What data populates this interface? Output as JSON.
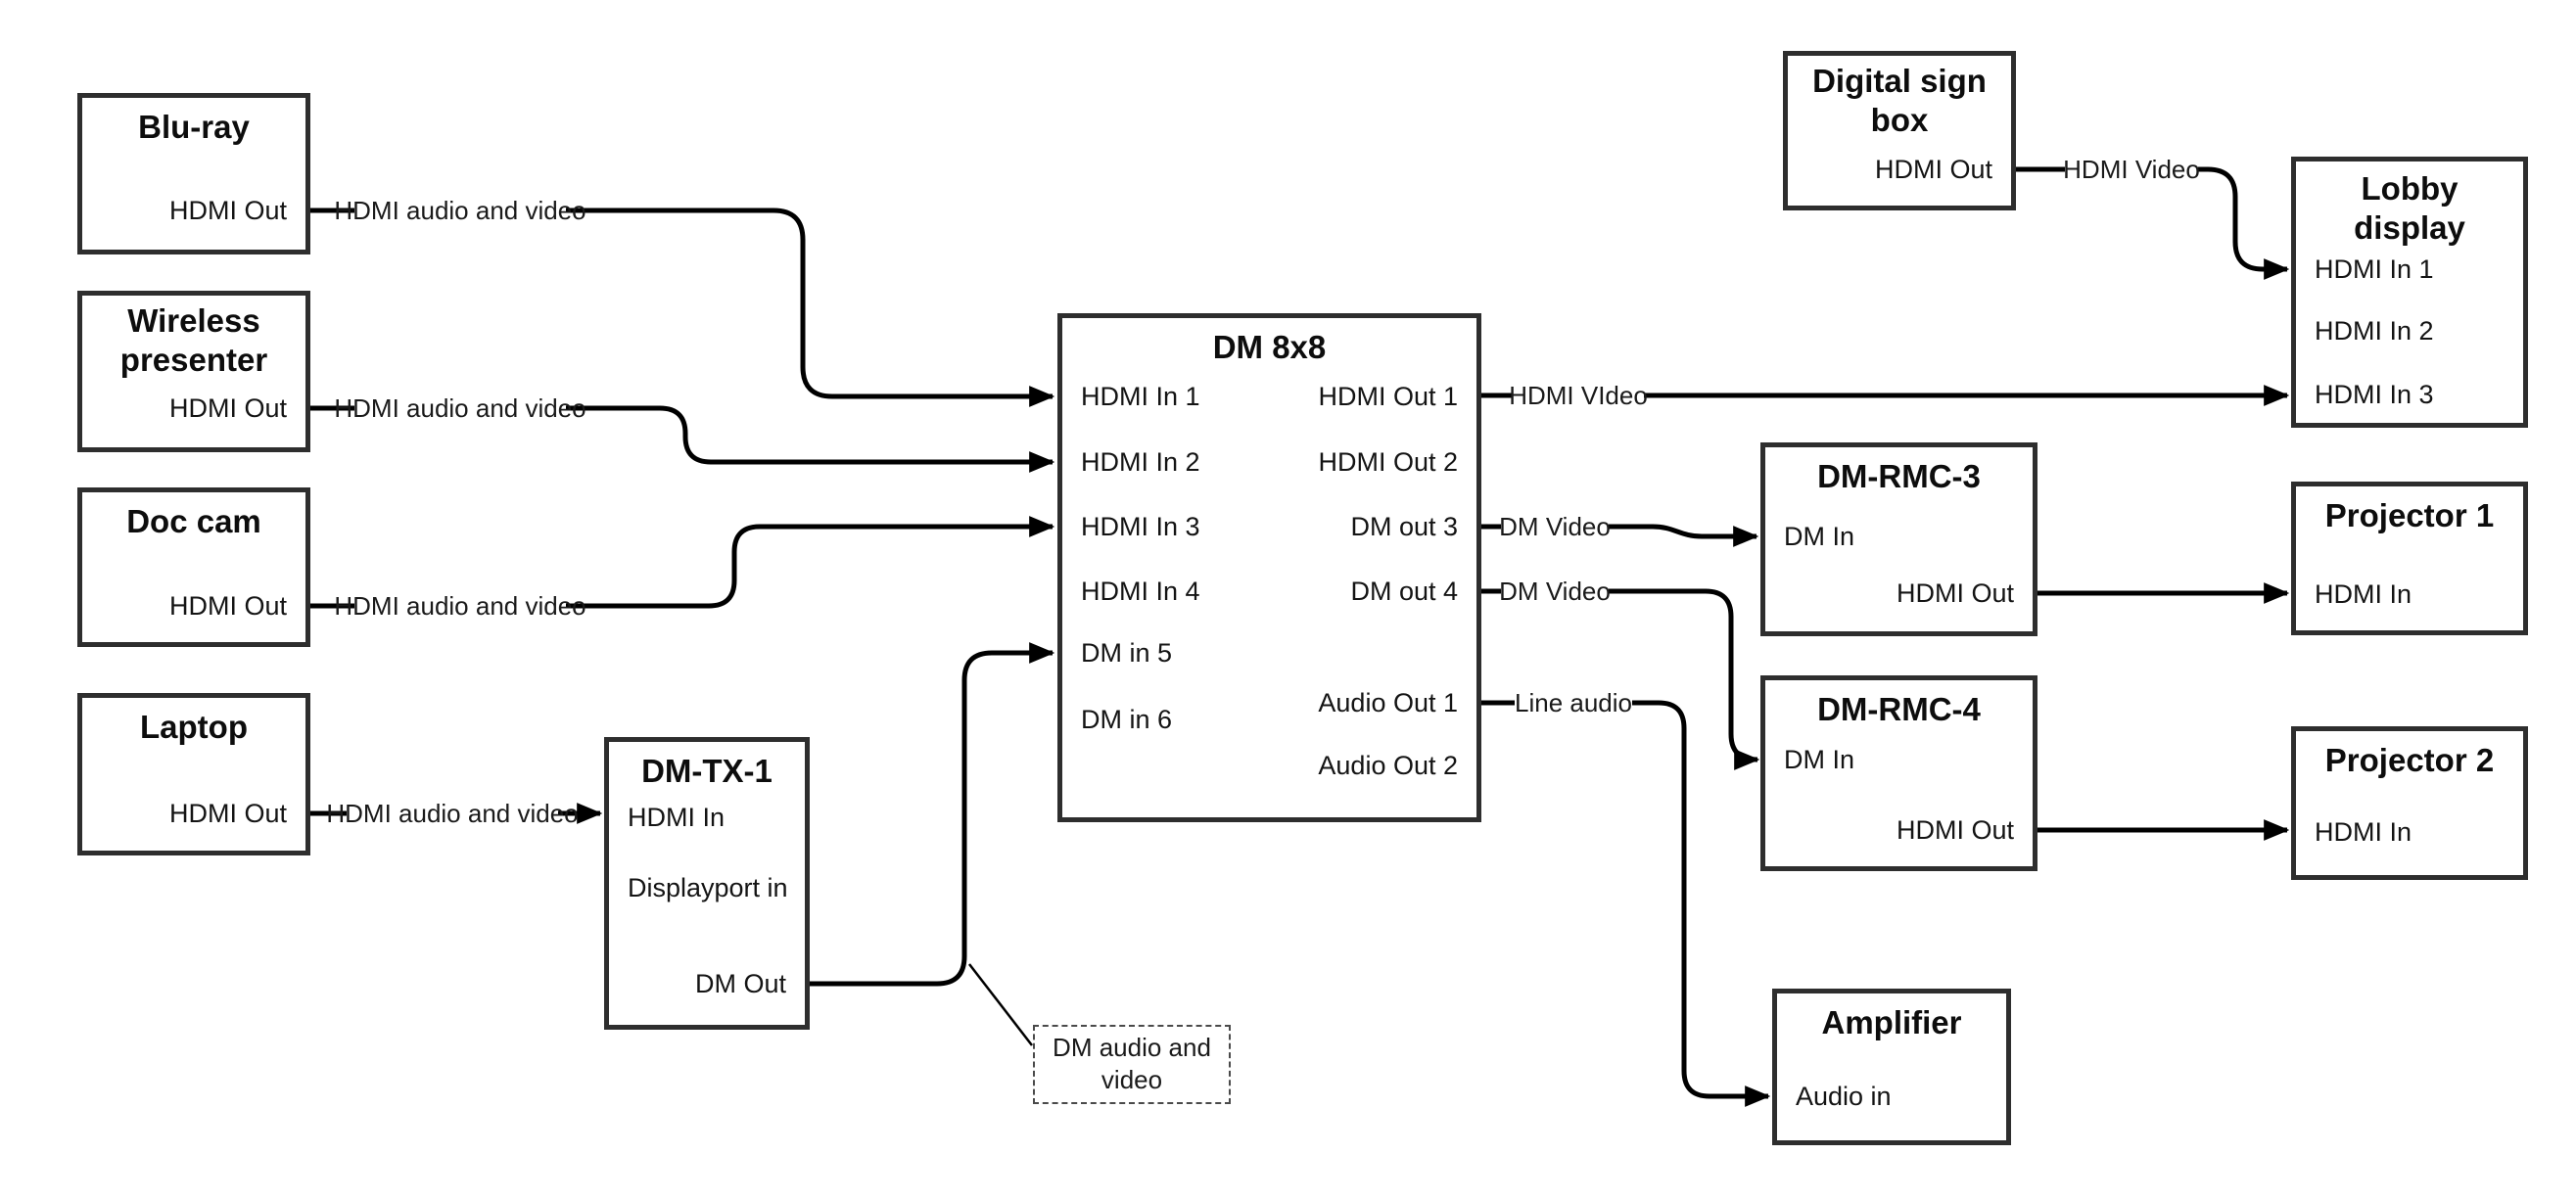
{
  "nodes": {
    "blu_ray": {
      "title": "Blu-ray",
      "ports": {
        "hdmi_out": "HDMI Out"
      }
    },
    "wireless": {
      "title": "Wireless\npresenter",
      "ports": {
        "hdmi_out": "HDMI Out"
      }
    },
    "doc_cam": {
      "title": "Doc cam",
      "ports": {
        "hdmi_out": "HDMI Out"
      }
    },
    "laptop": {
      "title": "Laptop",
      "ports": {
        "hdmi_out": "HDMI Out"
      }
    },
    "dm_tx_1": {
      "title": "DM-TX-1",
      "ports": {
        "hdmi_in": "HDMI In",
        "displayport_in": "Displayport in",
        "dm_out": "DM Out"
      }
    },
    "dm_8x8": {
      "title": "DM 8x8",
      "ports": {
        "hdmi_in_1": "HDMI In 1",
        "hdmi_in_2": "HDMI In 2",
        "hdmi_in_3": "HDMI In 3",
        "hdmi_in_4": "HDMI In 4",
        "dm_in_5": "DM in 5",
        "dm_in_6": "DM in 6",
        "hdmi_out_1": "HDMI Out 1",
        "hdmi_out_2": "HDMI Out 2",
        "dm_out_3": "DM out 3",
        "dm_out_4": "DM out 4",
        "audio_out_1": "Audio Out 1",
        "audio_out_2": "Audio Out 2"
      }
    },
    "digital_sign": {
      "title": "Digital sign\nbox",
      "ports": {
        "hdmi_out": "HDMI Out"
      }
    },
    "lobby": {
      "title": "Lobby\ndisplay",
      "ports": {
        "hdmi_in_1": "HDMI In 1",
        "hdmi_in_2": "HDMI In 2",
        "hdmi_in_3": "HDMI In 3"
      }
    },
    "dm_rmc_3": {
      "title": "DM-RMC-3",
      "ports": {
        "dm_in": "DM In",
        "hdmi_out": "HDMI Out"
      }
    },
    "projector_1": {
      "title": "Projector 1",
      "ports": {
        "hdmi_in": "HDMI In"
      }
    },
    "dm_rmc_4": {
      "title": "DM-RMC-4",
      "ports": {
        "dm_in": "DM In",
        "hdmi_out": "HDMI Out"
      }
    },
    "projector_2": {
      "title": "Projector 2",
      "ports": {
        "hdmi_in": "HDMI In"
      }
    },
    "amplifier": {
      "title": "Amplifier",
      "ports": {
        "audio_in": "Audio in"
      }
    }
  },
  "connections": {
    "bluray_to_dm8x8": {
      "label": "HDMI audio and video"
    },
    "wireless_to_dm8x8": {
      "label": "HDMI audio and video"
    },
    "doccam_to_dm8x8": {
      "label": "HDMI audio and video"
    },
    "laptop_to_dmtx1": {
      "label": "HDMI audio and video"
    },
    "hdmiout1_to_lobby": {
      "label": "HDMI VIdeo"
    },
    "dmout3_to_rmc3": {
      "label": "DM Video"
    },
    "dmout4_to_rmc4": {
      "label": "DM Video"
    },
    "audioout1_to_amp": {
      "label": "Line audio"
    },
    "digitalsign_to_lobby": {
      "label": "HDMI Video"
    }
  },
  "note": {
    "text": "DM audio and\nvideo"
  },
  "colors": {
    "wire": "#000000",
    "box_border": "#2e2e2e",
    "background": "#ffffff"
  }
}
